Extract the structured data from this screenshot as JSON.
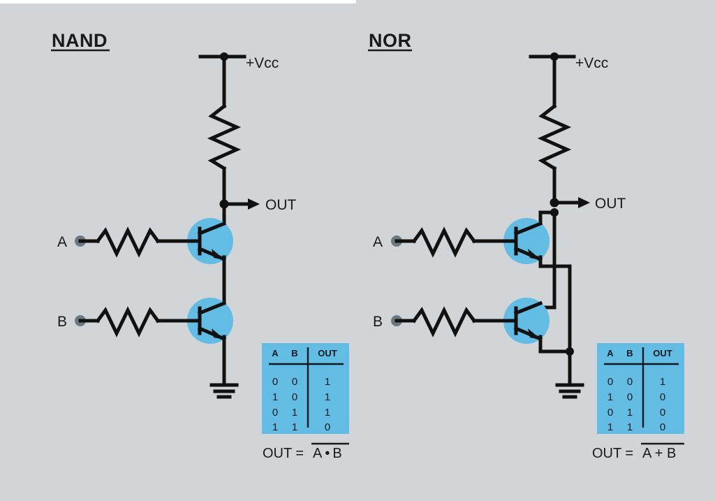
{
  "page": {
    "background_color": "#d1d5d7",
    "accent_blue": "#62bce4",
    "wire_color": "#111111",
    "terminal_color": "#6b7a80"
  },
  "gates": [
    {
      "id": "nand",
      "title": "NAND",
      "supply_label": "+Vcc",
      "output_label": "OUT",
      "input_a_label": "A",
      "input_b_label": "B",
      "equation_prefix": "OUT = ",
      "equation_body": "A • B",
      "equation_overbar": true,
      "truth_table": {
        "headers": [
          "A",
          "B",
          "OUT"
        ],
        "rows": [
          [
            "0",
            "0",
            "1"
          ],
          [
            "1",
            "0",
            "1"
          ],
          [
            "0",
            "1",
            "1"
          ],
          [
            "1",
            "1",
            "0"
          ]
        ]
      }
    },
    {
      "id": "nor",
      "title": "NOR",
      "supply_label": "+Vcc",
      "output_label": "OUT",
      "input_a_label": "A",
      "input_b_label": "B",
      "equation_prefix": "OUT = ",
      "equation_body": "A + B",
      "equation_overbar": true,
      "truth_table": {
        "headers": [
          "A",
          "B",
          "OUT"
        ],
        "rows": [
          [
            "0",
            "0",
            "1"
          ],
          [
            "1",
            "0",
            "0"
          ],
          [
            "0",
            "1",
            "0"
          ],
          [
            "1",
            "1",
            "0"
          ]
        ]
      }
    }
  ]
}
